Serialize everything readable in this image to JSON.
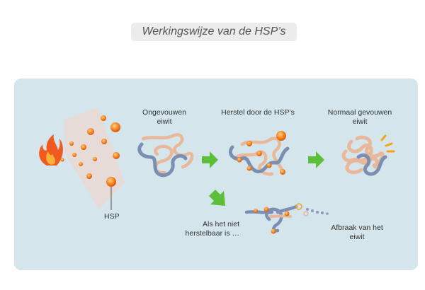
{
  "title": "Werkingswijze van de HSP’s",
  "labels": {
    "hsp": "HSP",
    "unfolded_line1": "Ongevouwen",
    "unfolded_line2": "eiwit",
    "repair": "Herstel door de HSP’s",
    "folded_line1": "Normaal gevouwen",
    "folded_line2": "eiwit",
    "not_repairable_line1": "Als het  niet",
    "not_repairable_line2": "herstelbaar is …",
    "breakdown_line1": "Afbraak van het",
    "breakdown_line2": "eiwit"
  },
  "colors": {
    "panel": "#d5e5ec",
    "protein_blue": "#7b8fb3",
    "protein_peach": "#e9b79a",
    "hsp_orange": "#f07a1e",
    "arrow_green": "#5cbf3a",
    "flame": "#f05a1e"
  },
  "icons": [
    "flame-icon",
    "hsp-ball-icon",
    "right-arrow-icon",
    "diagonal-arrow-icon"
  ]
}
